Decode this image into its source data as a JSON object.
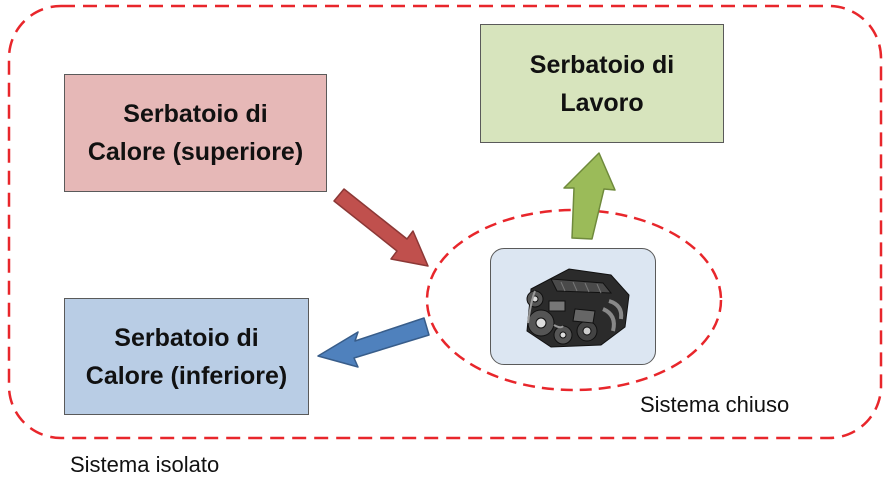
{
  "boxes": {
    "hot_reservoir": {
      "label": "Serbatoio di\nCalore (superiore)",
      "color": "#e6b8b7"
    },
    "work_reservoir": {
      "label": "Serbatoio di\nLavoro",
      "color": "#d7e4bd"
    },
    "cold_reservoir": {
      "label": "Serbatoio di\nCalore (inferiore)",
      "color": "#b9cde5"
    }
  },
  "labels": {
    "isolated_system": "Sistema isolato",
    "closed_system": "Sistema chiuso"
  },
  "colors": {
    "boundary": "#e8262b",
    "arrow_in": "#c0504d",
    "arrow_work": "#9bbb59",
    "arrow_out": "#4f81bd",
    "engine_bg": "#dce6f2"
  },
  "icons": {
    "engine": "engine-icon"
  }
}
